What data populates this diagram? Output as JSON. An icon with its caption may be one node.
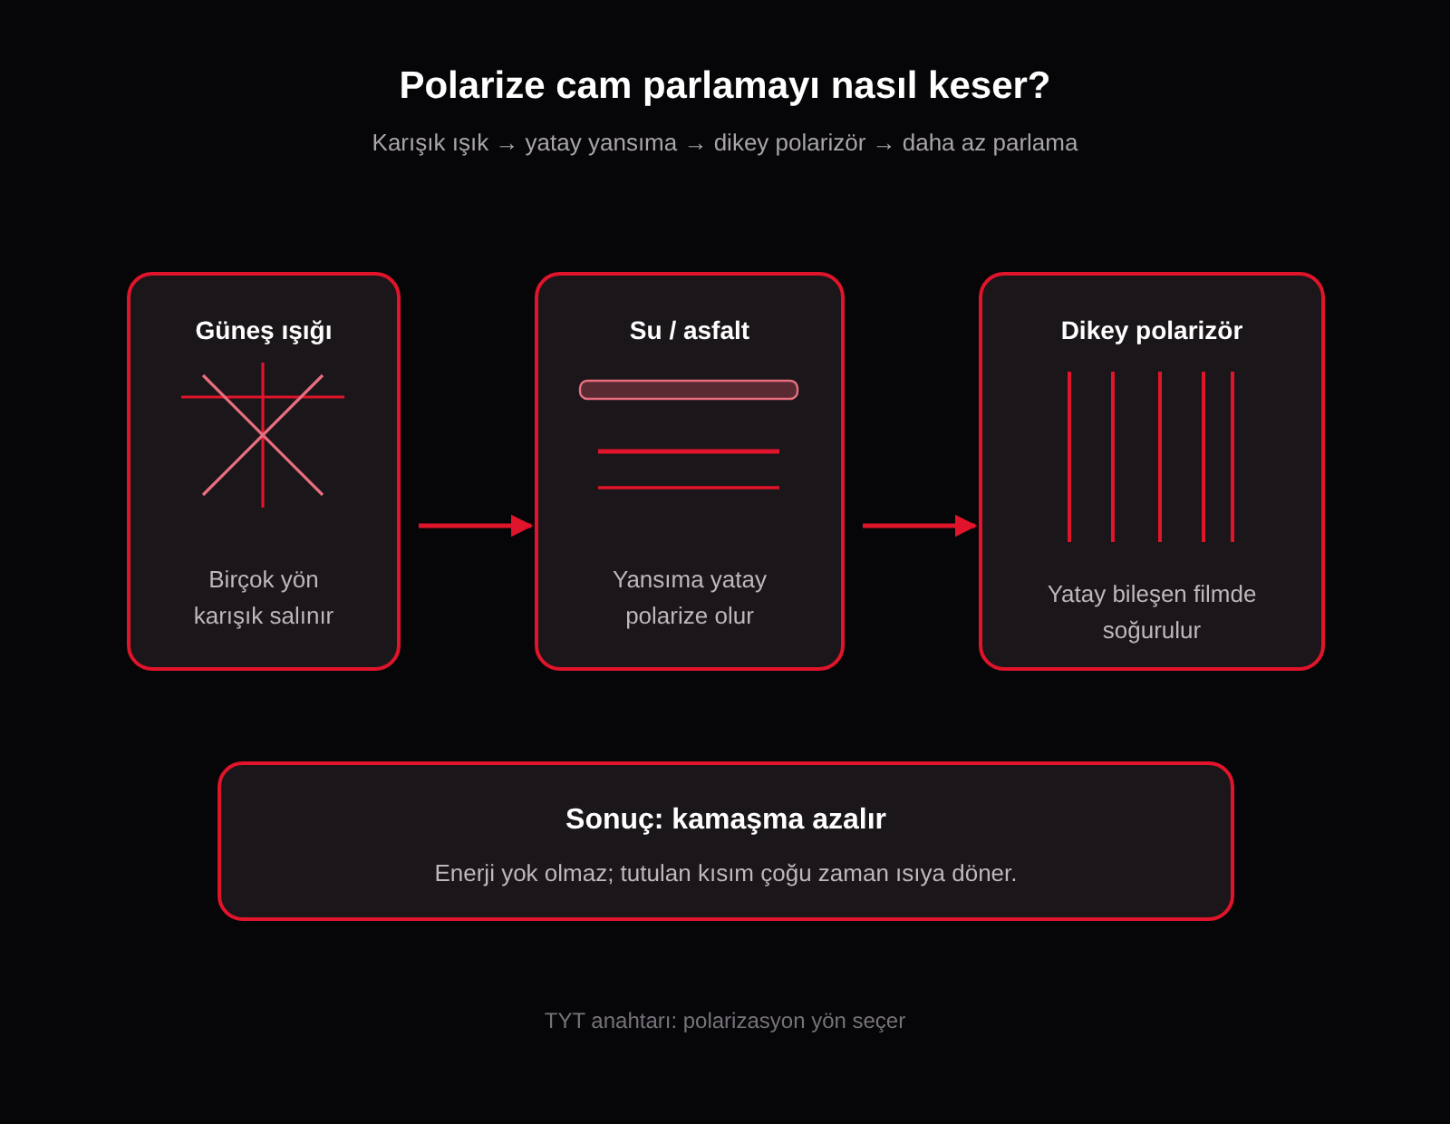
{
  "diagram": {
    "title": "Polarize cam parlamayı nasıl keser?",
    "nodes": [
      {
        "text": [
          "Güneş ışığı",
          "Birçok yön karışık salınır"
        ]
      },
      {
        "text": [
          "Su / asfalt",
          "Yansıma yatay polarize olur"
        ]
      },
      {
        "text": [
          "Dikey polarizör",
          "Yatay bileşen filmde soğurulur"
        ]
      },
      {
        "text": [
          "Sonuç: kamaşma azalır",
          "Enerji yok olmaz; tutulan kısım çoğu zaman ısıya döner."
        ]
      }
    ],
    "edges": [
      {
        "from": 0,
        "to": 1,
        "arrow": "to"
      },
      {
        "from": 1,
        "to": 2,
        "arrow": "to"
      }
    ],
    "labels": [
      "Karışık ışık → yatay yansıma → dikey polarizör → daha az parlama",
      "TYT anahtarı: polarizasyon yön seçer"
    ]
  }
}
